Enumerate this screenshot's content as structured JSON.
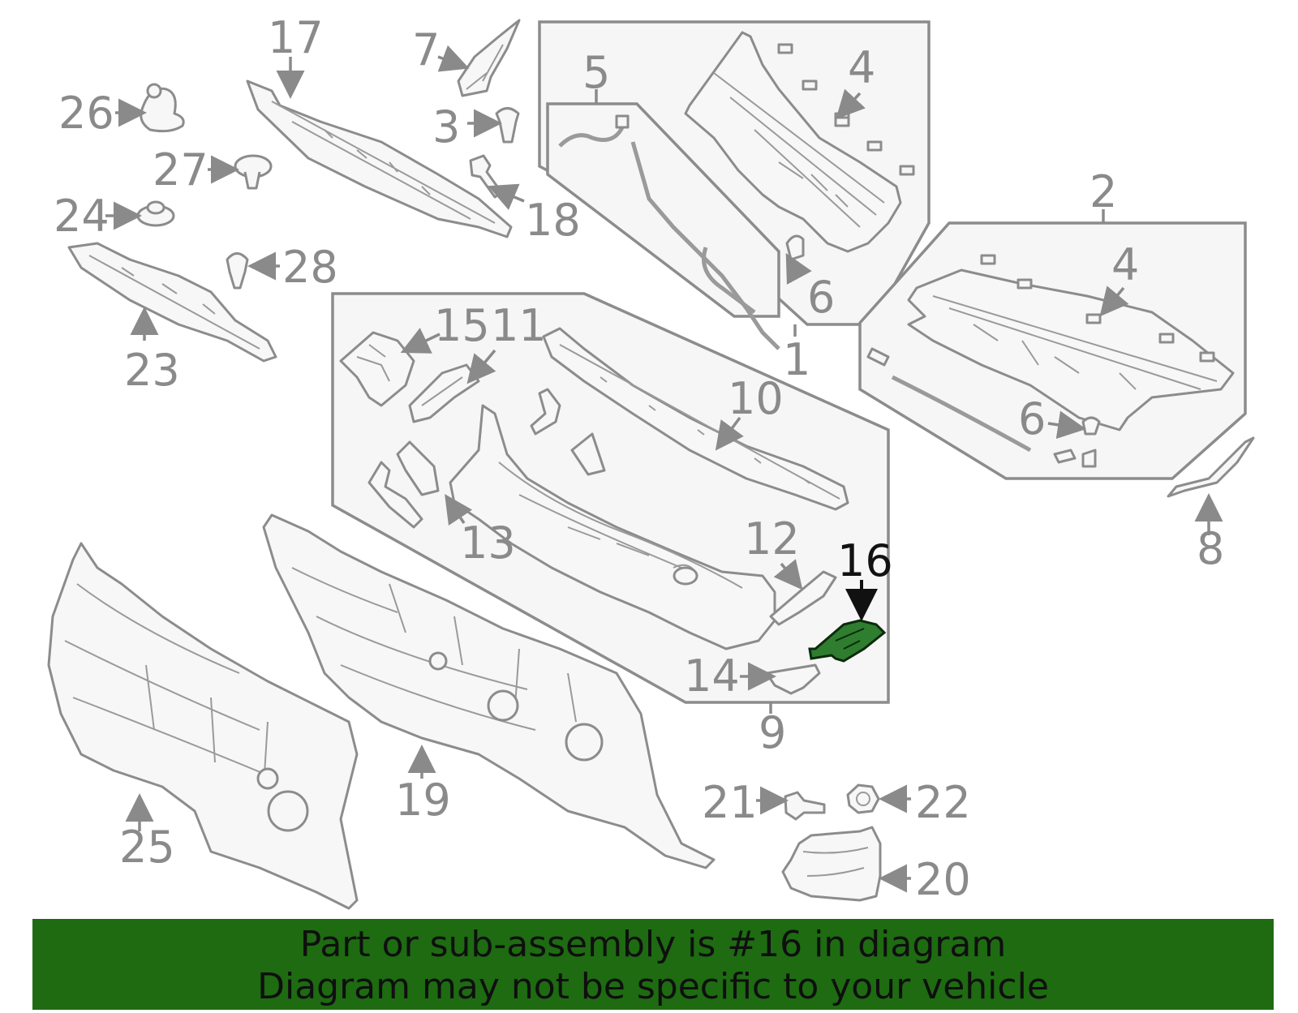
{
  "callouts": {
    "c1": "1",
    "c2": "2",
    "c3": "3",
    "c4a": "4",
    "c4b": "4",
    "c5": "5",
    "c6a": "6",
    "c6b": "6",
    "c7": "7",
    "c8": "8",
    "c9": "9",
    "c10": "10",
    "c11": "11",
    "c12": "12",
    "c13": "13",
    "c14": "14",
    "c15": "15",
    "c16": "16",
    "c17": "17",
    "c18": "18",
    "c19": "19",
    "c20": "20",
    "c21": "21",
    "c22": "22",
    "c23": "23",
    "c24": "24",
    "c25": "25",
    "c26": "26",
    "c27": "27",
    "c28": "28"
  },
  "highlight": {
    "part_number": "16",
    "color": "#2f7d2f"
  },
  "banner": {
    "line1": "Part or sub-assembly is #16 in diagram",
    "line2": "Diagram may not be specific to your vehicle",
    "background": "#1e6b12"
  }
}
